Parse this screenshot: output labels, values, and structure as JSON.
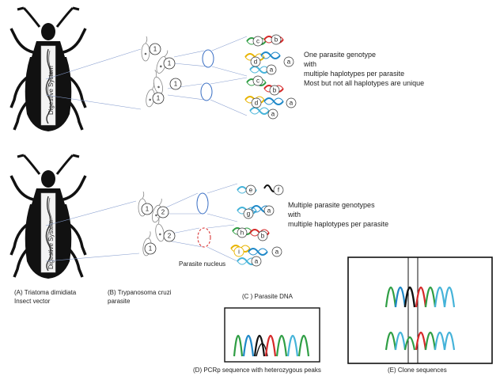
{
  "insect_label": "Digestive System",
  "top_text": {
    "line1": "One parasite genotype",
    "line2": "with",
    "line3": "multiple haplotypes per parasite",
    "line4": "Most but not all haplotypes are unique"
  },
  "bottom_text": {
    "line1": "Multiple parasite genotypes",
    "line2": "with",
    "line3": "multiple haplotypes per parasite"
  },
  "nucleus_label": "Parasite nucleus",
  "captions": {
    "a_line1": "(A) Triatoma dimidiata",
    "a_line2": "Insect vector",
    "b_line1": "(B) Trypanosoma cruzi",
    "b_line2": "parasite",
    "c": "(C ) Parasite DNA",
    "d": "(D) PCRp sequence with heterozygous peaks",
    "e": "(E) Clone sequences"
  },
  "parasite_numbers": {
    "top": [
      "1",
      "1",
      "1",
      "1"
    ],
    "bottom": [
      "1",
      "2",
      "2",
      "1"
    ]
  },
  "haplotypes": {
    "top1": [
      "c",
      "b",
      "d",
      "a",
      "a"
    ],
    "top2": [
      "c",
      "b",
      "d",
      "a",
      "a"
    ],
    "bottom1": [
      "e",
      "f",
      "g",
      "a"
    ],
    "bottom2": [
      "h",
      "b",
      "i",
      "a",
      "a"
    ]
  },
  "colors": {
    "green": "#2f9e44",
    "blue": "#1e88c8",
    "cyan": "#45b3d9",
    "red": "#d62828",
    "yellow": "#e8b400",
    "black": "#111111",
    "line": "#8aa0d0"
  }
}
